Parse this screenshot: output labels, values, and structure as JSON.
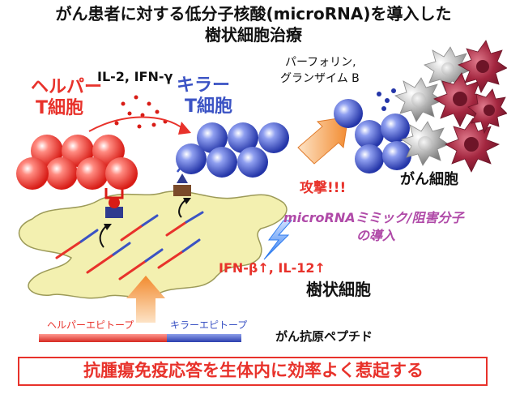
{
  "title": {
    "line1": "がん患者に対する低分子核酸(microRNA)を導入した",
    "line2": "樹状細胞治療"
  },
  "helper_t_cell": {
    "line1": "ヘルパー",
    "line2": "T細胞"
  },
  "cytokines": "IL-2, IFN-γ",
  "killer_t_cell": {
    "line1": "キラー",
    "line2": "T細胞"
  },
  "cytotoxic_molecules": {
    "line1": "パーフォリン,",
    "line2": "グランザイム B"
  },
  "attack": "攻撃!!!",
  "cancer_cells": "がん細胞",
  "mirna": {
    "line1": "microRNAミミック/阻害分子",
    "line2": "の導入"
  },
  "dc_cytokines": "IFN-β↑, IL-12↑",
  "dendritic_cell": "樹状細胞",
  "peptide": {
    "helper_epitope": "ヘルパーエピトープ",
    "killer_epitope": "キラーエピトープ",
    "label": "がん抗原ペプチド"
  },
  "conclusion": "抗腫瘍免疫応答を生体内に効率よく惹起する",
  "colors": {
    "helper": "#e8322b",
    "killer": "#3b53c4",
    "mirna": "#b04aa8",
    "dendritic": "#f3f0b0",
    "cancer": "#a3263f",
    "arrow": "#f39c4a"
  },
  "icons": [
    "lightning-icon",
    "arrow-icon"
  ]
}
